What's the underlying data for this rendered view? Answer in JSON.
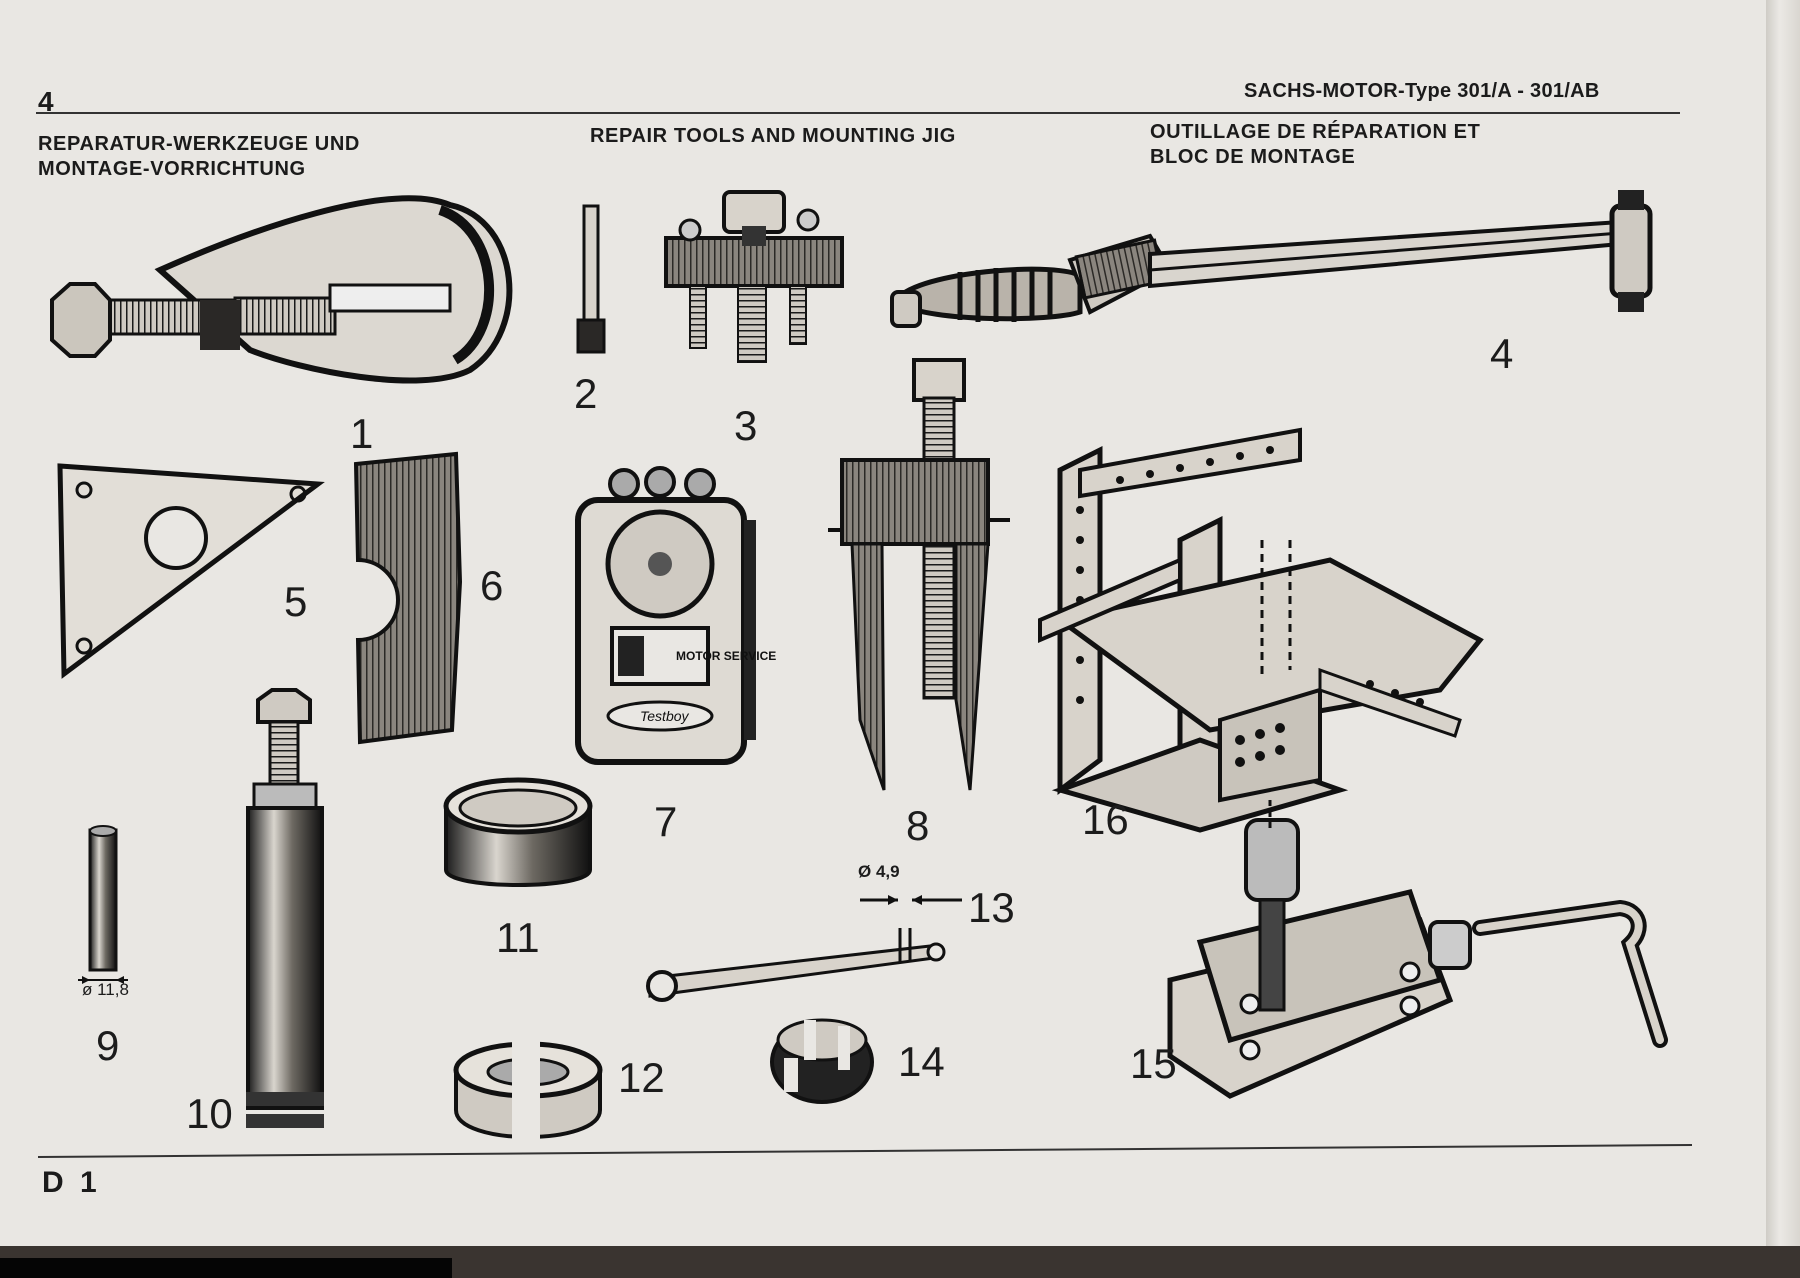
{
  "header": {
    "page_number": "4",
    "model": "SACHS-MOTOR-Type 301/A - 301/AB"
  },
  "titles": {
    "german": [
      "REPARATUR-WERKZEUGE UND",
      "MONTAGE-VORRICHTUNG"
    ],
    "english": "REPAIR TOOLS AND MOUNTING JIG",
    "french": [
      "OUTILLAGE DE RÉPARATION ET",
      "BLOC DE MONTAGE"
    ]
  },
  "callouts": [
    "1",
    "2",
    "3",
    "4",
    "5",
    "6",
    "7",
    "8",
    "9",
    "10",
    "11",
    "12",
    "13",
    "14",
    "15",
    "16"
  ],
  "dimensions": {
    "tool_9": "ø 11,8",
    "tool_13": "Ø 4,9"
  },
  "tester_labels": {
    "brand": "MOTOR SERVICE",
    "name": "Testboy"
  },
  "footer": {
    "code": "D 1"
  },
  "colors": {
    "paper": "#e9e7e3",
    "ink": "#1b1b1b",
    "background": "#2a2624"
  }
}
